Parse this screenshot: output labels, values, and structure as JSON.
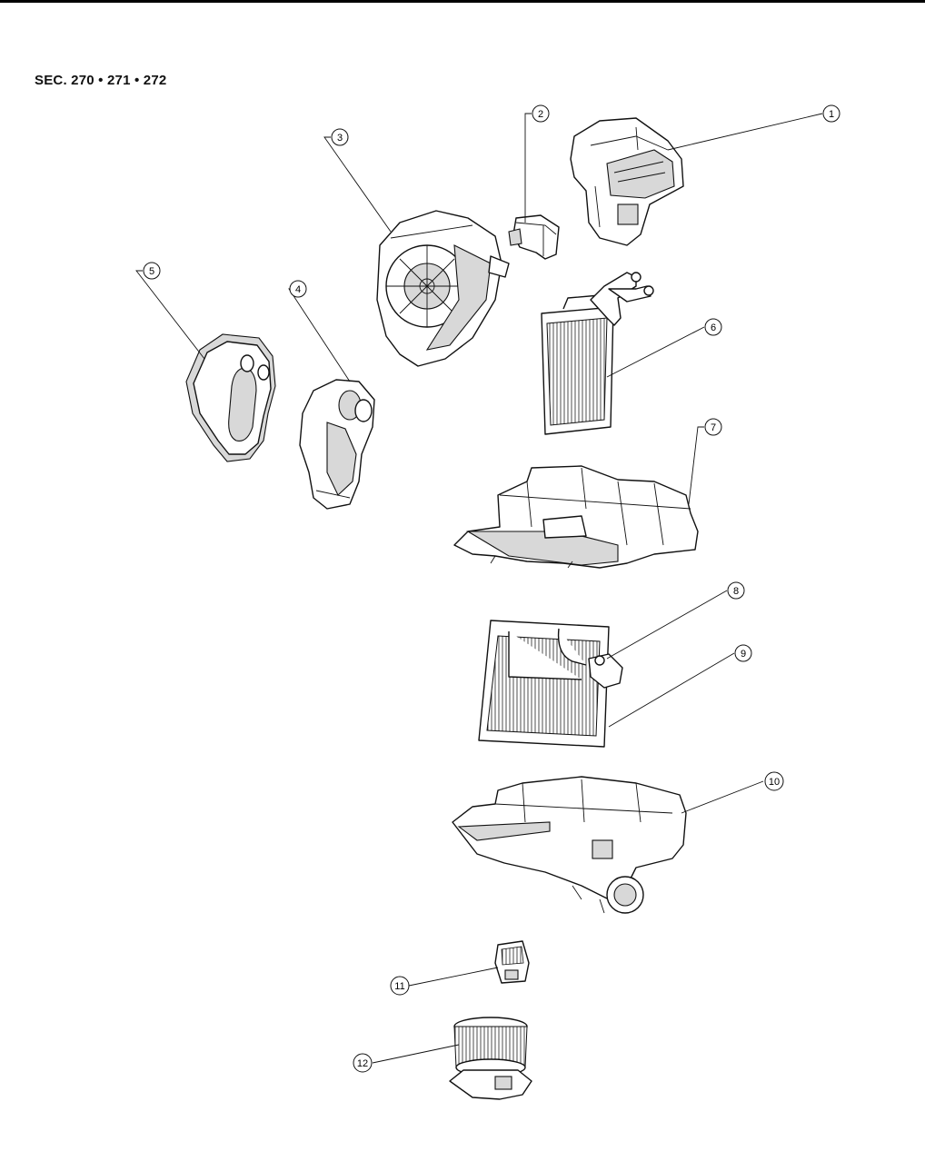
{
  "header": {
    "section_label": "SEC. 270 • 271 • 272"
  },
  "callouts": [
    {
      "number": "1"
    },
    {
      "number": "2"
    },
    {
      "number": "3"
    },
    {
      "number": "4"
    },
    {
      "number": "5"
    },
    {
      "number": "6"
    },
    {
      "number": "7"
    },
    {
      "number": "8"
    },
    {
      "number": "9"
    },
    {
      "number": "10"
    },
    {
      "number": "11"
    },
    {
      "number": "12"
    }
  ]
}
